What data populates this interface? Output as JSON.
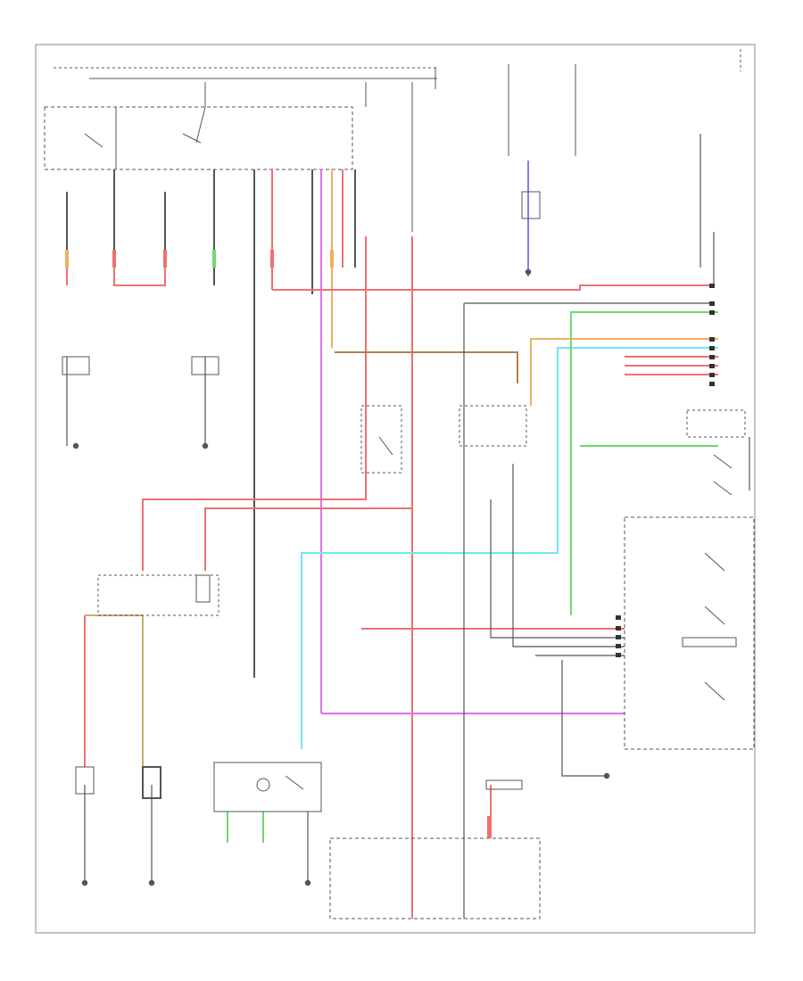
{
  "diagram": {
    "colors": {
      "red": "#f07070",
      "pink": "#f2a0a0",
      "violet": "#e070e8",
      "cyan": "#70e8f0",
      "blue": "#8080f0",
      "green": "#70d870",
      "orange": "#f0b060",
      "brown": "#b08050",
      "tan": "#c8b070",
      "line": "#555555",
      "frame": "#888888"
    },
    "icons": [
      "ground-symbol",
      "lamp-symbol",
      "switch-contact",
      "connector-pin"
    ]
  }
}
